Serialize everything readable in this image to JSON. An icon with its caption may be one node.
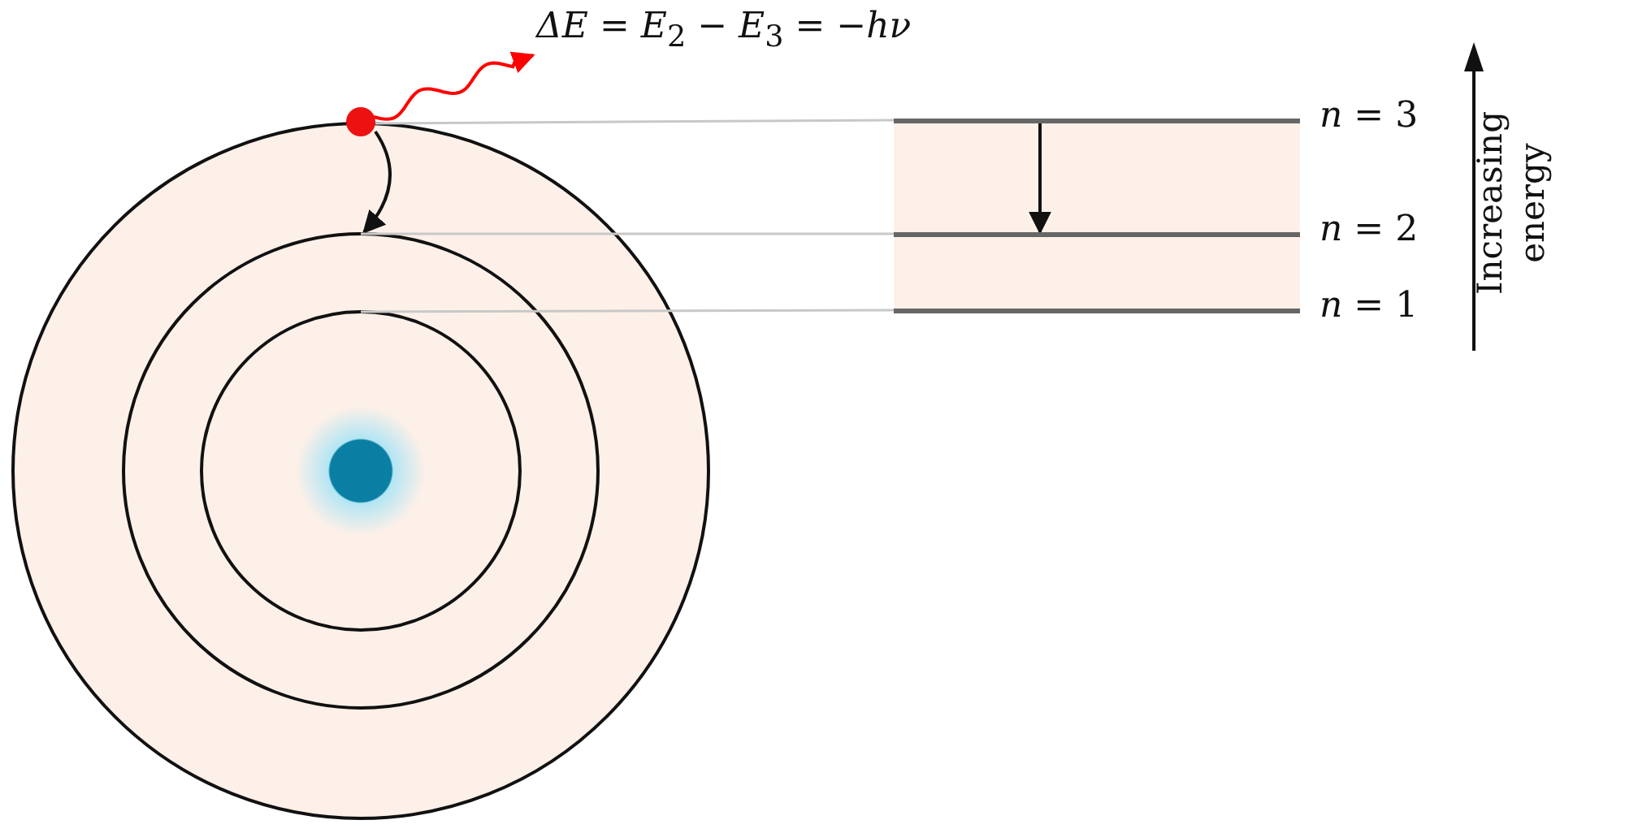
{
  "diagram": {
    "nodes": [
      {
        "text": [],
        "shape": "circle"
      },
      {
        "text": [],
        "shape": "circle",
        "in": 0
      },
      {
        "text": [],
        "shape": "circle",
        "in": 1
      },
      {
        "text": [],
        "shape": "circle",
        "in": 2
      },
      {
        "text": [],
        "shape": "circle"
      },
      {
        "text": [
          "*n* = 3"
        ]
      },
      {
        "text": [
          "*n* = 2"
        ]
      },
      {
        "text": [
          "*n* = 1"
        ]
      },
      {
        "text": [
          "*ΔE* = *E*$_{2}$ − *E*$_{3}$ = −*hν*"
        ]
      }
    ],
    "edges": [
      {
        "from": 4,
        "to": 1,
        "arrow": "to",
        "color": "#111111"
      },
      {
        "from": 4,
        "to": 8,
        "arrow": "to",
        "color": "#ff0000"
      },
      {
        "from": 5,
        "to": 6,
        "arrow": "to",
        "color": "#111111"
      },
      {
        "from": 0,
        "to": 5,
        "arrow": "none"
      },
      {
        "from": 1,
        "to": 6,
        "arrow": "none"
      },
      {
        "from": 2,
        "to": 7,
        "arrow": "none"
      }
    ],
    "labels": [
      "Increasing energy"
    ]
  }
}
